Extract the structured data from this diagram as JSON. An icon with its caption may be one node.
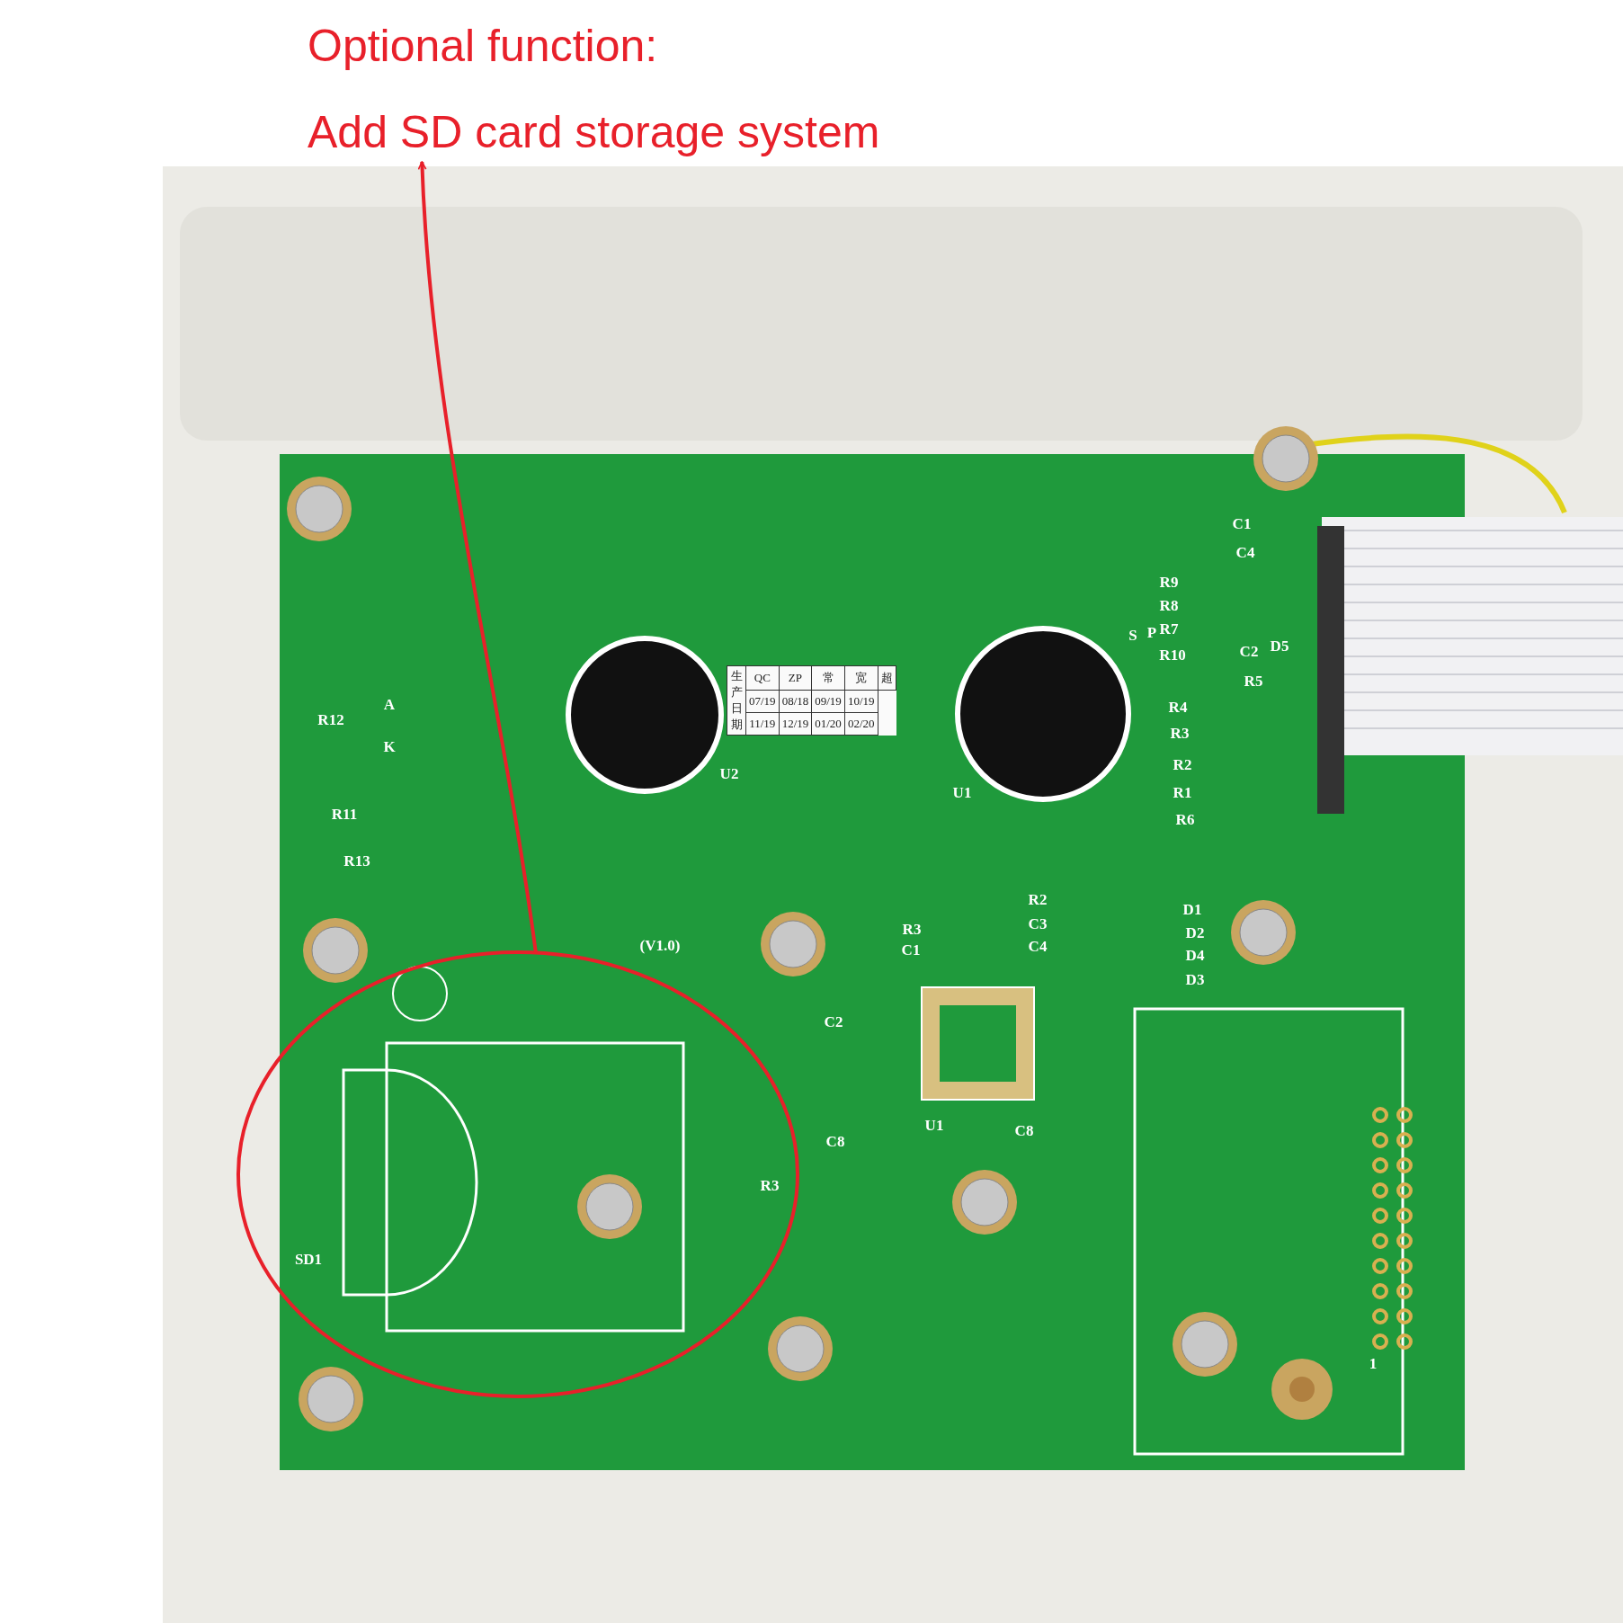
{
  "diagram": {
    "nodes": [
      {
        "text": [
          "Optional function:",
          "Add SD card storage system"
        ]
      },
      {
        "text": [],
        "shape": "circle"
      }
    ],
    "edges": [
      {
        "from": 1,
        "to": 0,
        "arrow": "to",
        "color": "#e8202a"
      }
    ],
    "labels": [
      "C1",
      "C4",
      "R9",
      "R8",
      "R7",
      "S",
      "P",
      "R10",
      "C2",
      "D5",
      "生产日期",
      "QC",
      "ZP",
      "常",
      "宽",
      "超",
      "07/19",
      "08/18",
      "09/19",
      "10/19",
      "11/19",
      "12/19",
      "01/20",
      "02/20",
      "A",
      "R12",
      "R5",
      "R4",
      "K",
      "R3",
      "R2",
      "R1",
      "U2",
      "U1",
      "R11",
      "R6",
      "R13",
      "R2",
      "D1",
      "R3",
      "C3",
      "D2",
      "C1",
      "C4",
      "D4",
      "D3",
      "(V1.0)",
      "C2",
      "C8",
      "U1",
      "C8",
      "R3",
      "SD1",
      "1"
    ]
  }
}
